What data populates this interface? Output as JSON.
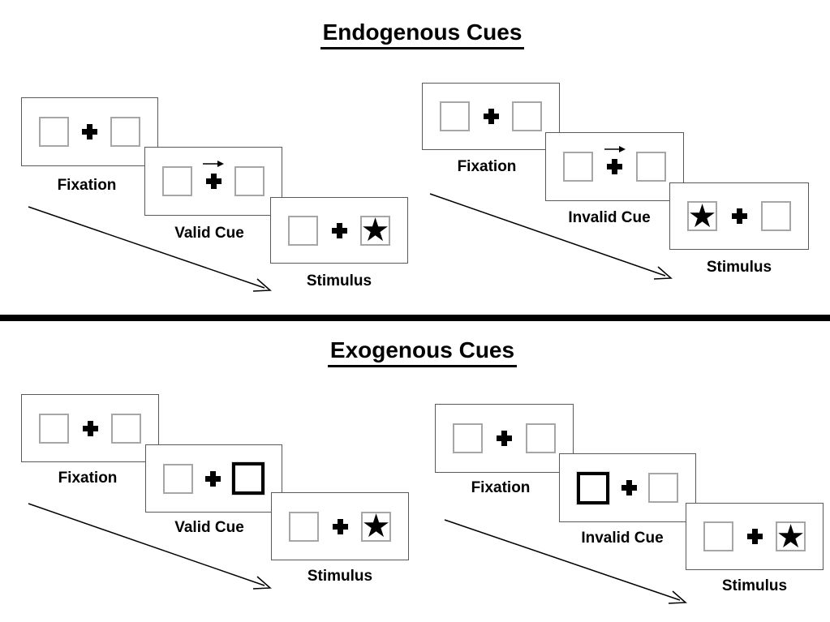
{
  "page": {
    "background": "#ffffff",
    "kind": "attention-cueing-paradigm-diagram"
  },
  "colors": {
    "text": "#000000",
    "panel_border": "#595959",
    "placeholder_box_border": "#a6a6a6",
    "exogenous_cue_box_border": "#000000",
    "divider": "#000000"
  },
  "icons": {
    "star": "★",
    "fixation_cross": "plus-cross",
    "endogenous_cue_arrow": "thin-right-arrow",
    "timeline_arrow": "diagonal-down-right-arrow"
  },
  "sections": [
    {
      "id": "endogenous",
      "title": "Endogenous Cues",
      "cue_type": "central arrow above fixation cross",
      "sequences": [
        {
          "id": "valid",
          "steps": [
            {
              "label": "Fixation",
              "type": "fixation"
            },
            {
              "label": "Valid Cue",
              "type": "cue",
              "cue": "arrow-pointing-right"
            },
            {
              "label": "Stimulus",
              "type": "stimulus",
              "star_side": "right"
            }
          ]
        },
        {
          "id": "invalid",
          "steps": [
            {
              "label": "Fixation",
              "type": "fixation"
            },
            {
              "label": "Invalid Cue",
              "type": "cue",
              "cue": "arrow-pointing-right"
            },
            {
              "label": "Stimulus",
              "type": "stimulus",
              "star_side": "left"
            }
          ]
        }
      ]
    },
    {
      "id": "exogenous",
      "title": "Exogenous Cues",
      "cue_type": "peripheral thick-outlined box",
      "sequences": [
        {
          "id": "valid",
          "steps": [
            {
              "label": "Fixation",
              "type": "fixation"
            },
            {
              "label": "Valid Cue",
              "type": "cue",
              "cue": "thick-box-right"
            },
            {
              "label": "Stimulus",
              "type": "stimulus",
              "star_side": "right"
            }
          ]
        },
        {
          "id": "invalid",
          "steps": [
            {
              "label": "Fixation",
              "type": "fixation"
            },
            {
              "label": "Invalid Cue",
              "type": "cue",
              "cue": "thick-box-left"
            },
            {
              "label": "Stimulus",
              "type": "stimulus",
              "star_side": "right"
            }
          ]
        }
      ]
    }
  ]
}
